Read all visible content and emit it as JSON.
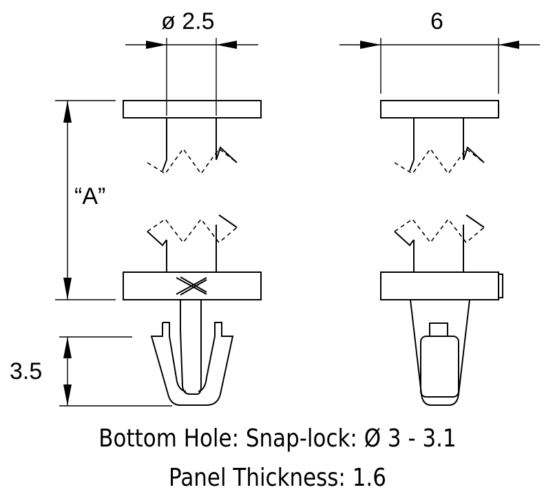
{
  "dimensions": {
    "stem_diameter": "ø 2.5",
    "head_width": "6",
    "length_label": "“A”",
    "snap_height": "3.5"
  },
  "captions": {
    "line1": "Bottom Hole:  Snap-lock: Ø 3 - 3.1",
    "line2": "Panel Thickness: 1.6"
  }
}
